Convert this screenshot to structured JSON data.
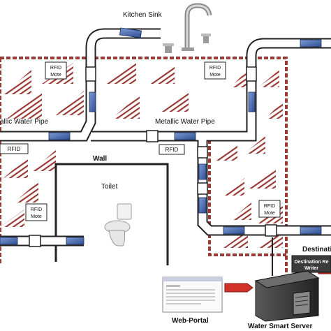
{
  "labels": {
    "kitchen_sink": "Kitchen Sink",
    "rfid_mote_left": [
      "RFID",
      "Mote"
    ],
    "rfid_mote_right": [
      "RFID",
      "Mote"
    ],
    "rfid_mote_lower_left": [
      "RFID",
      "Mote"
    ],
    "rfid_mote_lower_right": [
      "RFID",
      "Mote"
    ],
    "metallic_pipe_left": "allic Water Pipe",
    "metallic_pipe_center": "Metallic Water Pipe",
    "rfid_left": "RFID",
    "rfid_center": "RFID",
    "wall": "Wall",
    "toilet": "Toilet",
    "destination": "Destinati",
    "destination_reader": [
      "Destination Re",
      "Writer"
    ],
    "web_portal": "Web-Portal",
    "water_smart_server": "Water Smart Server"
  },
  "colors": {
    "hatch": "#9a3a36",
    "pipe": "#ffffff",
    "sensor": "#4a6fb5",
    "arrow": "#d0322a",
    "server": "#3b3b3b"
  }
}
